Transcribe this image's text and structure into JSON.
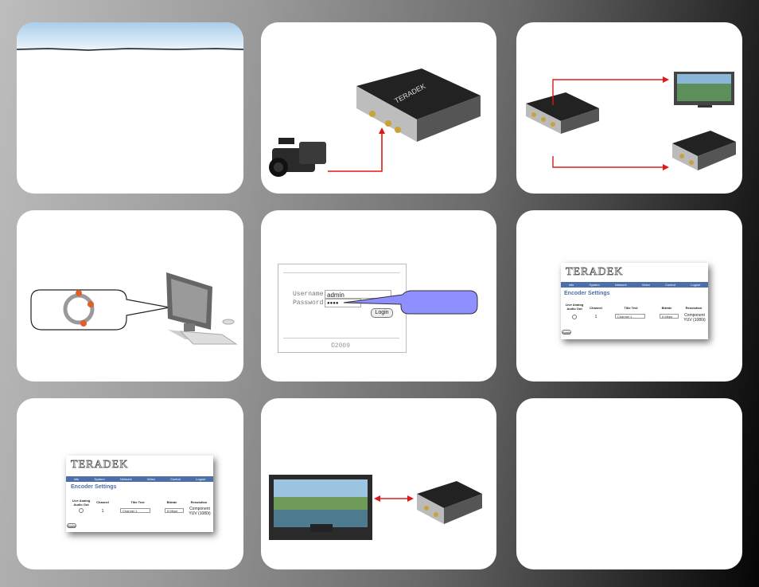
{
  "brand": "TERADEK",
  "login": {
    "username_label": "Username:",
    "username_value": "admin",
    "password_label": "Password:",
    "password_value": "●●●●",
    "button_label": "Login",
    "copyright": "©2009"
  },
  "encoder": {
    "nav": [
      "Info",
      "System",
      "Network",
      "Video",
      "Control",
      "Logout"
    ],
    "title": "Encoder Settings",
    "headers": {
      "audio": "Live Analog Audio Out",
      "channel": "Channel",
      "title_text": "Title Text",
      "bitrate": "Bitrate",
      "resolution": "Resolution"
    },
    "row": {
      "channel": "1",
      "title_text": "Channel 1",
      "bitrate": "6 Mbps",
      "resolution": "Component YUV (1080i)"
    },
    "apply_label": "Apply"
  },
  "colors": {
    "arrow": "#e01818",
    "nav": "#4d6fa8",
    "callout": "#8f8fff"
  }
}
